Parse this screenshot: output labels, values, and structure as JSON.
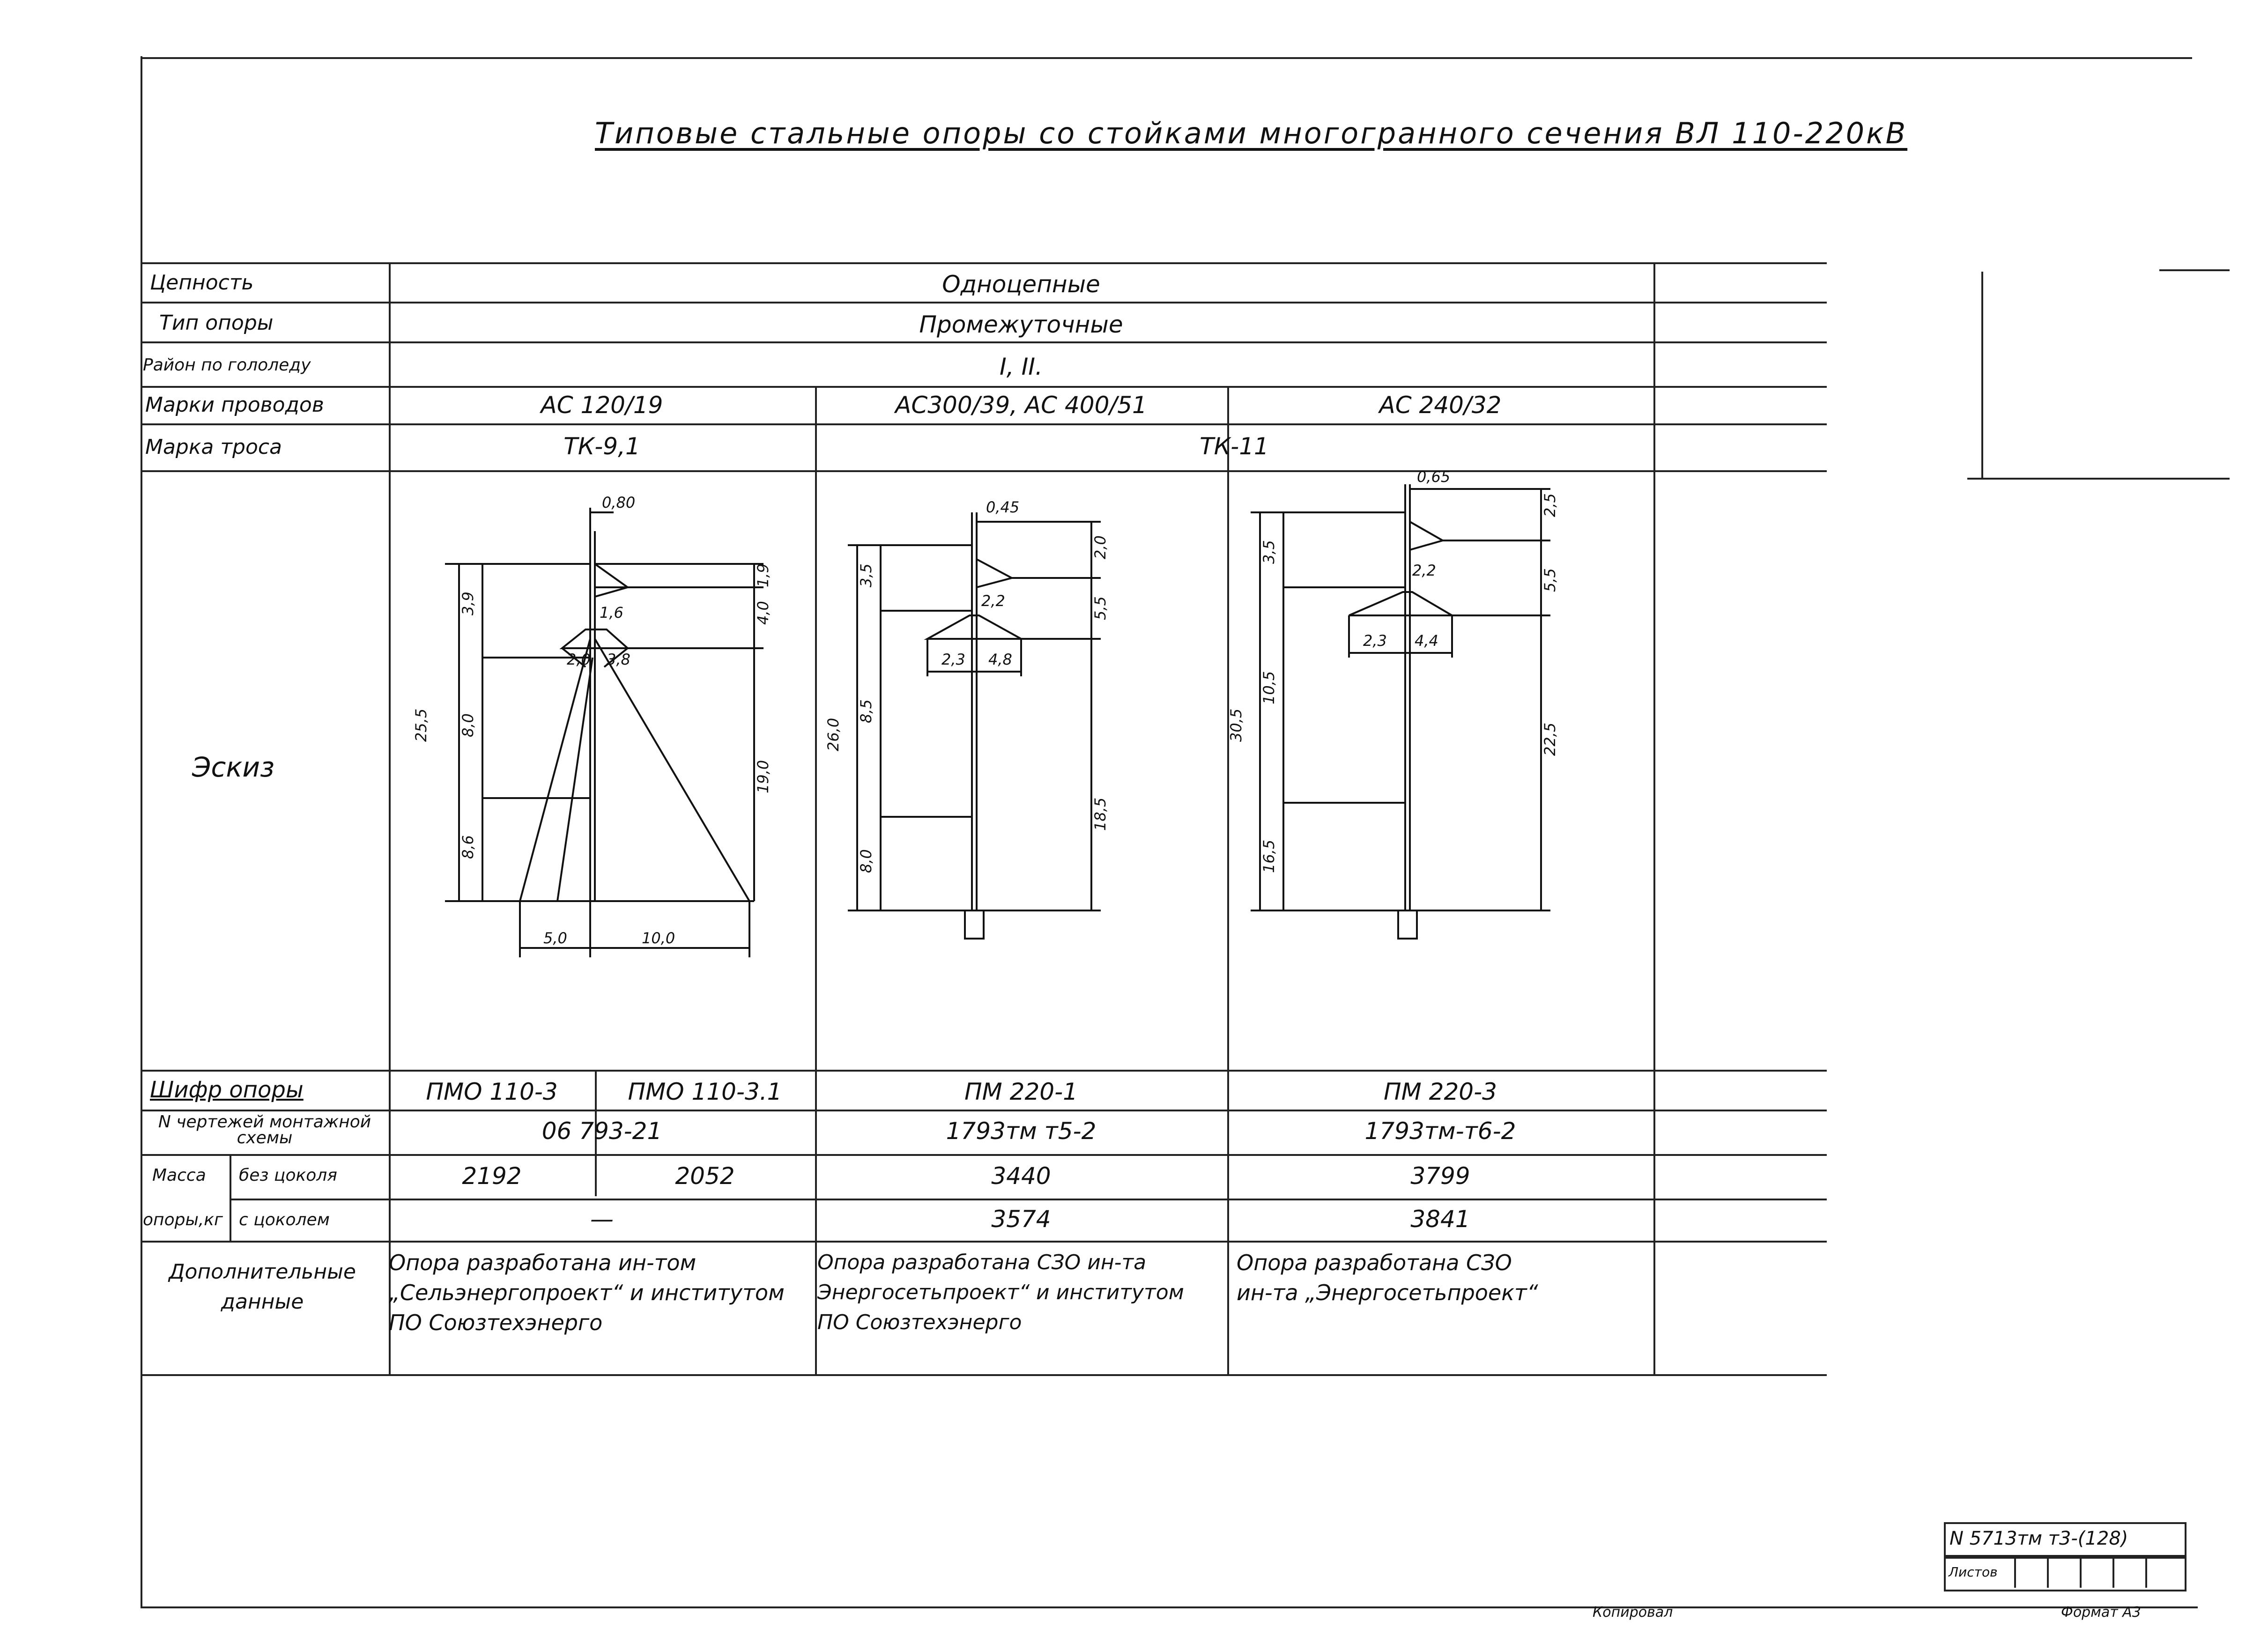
{
  "title": "Типовые стальные опоры со стойками многогранного сечения ВЛ 110-220кВ",
  "labels": {
    "circuit": "Цепность",
    "type": "Тип опоры",
    "ice_region": "Район по гололеду",
    "wire_grade": "Марки проводов",
    "cable_grade": "Марка троса",
    "sketch": "Эскиз",
    "code": "Шифр опоры",
    "drawing_no": "N чертежей монтажной схемы",
    "mass_a": "Масса",
    "mass_b": "опоры,кг",
    "without_anchor": "без цоколя",
    "with_anchor": "с цоколем",
    "extra": "Дополнительные данные"
  },
  "values": {
    "circuit": "Одноцепные",
    "type": "Промежуточные",
    "ice_region": "I, II.",
    "wire_1": "АС 120/19",
    "wire_2": "АС300/39, АС 400/51",
    "wire_3": "АС 240/32",
    "cable_1": "ТК-9,1",
    "cable_2": "ТК-11",
    "code_1a": "ПМО 110-3",
    "code_1b": "ПМО 110-3.1",
    "code_2": "ПМ 220-1",
    "code_3": "ПМ 220-3",
    "drawing_1": "06 793-21",
    "drawing_2": "1793тм т5-2",
    "drawing_3": "1793тм-т6-2",
    "mass_1a": "2192",
    "mass_1b": "2052",
    "mass_2": "3440",
    "mass_3": "3799",
    "mass_anchor_1": "—",
    "mass_anchor_2": "3574",
    "mass_anchor_3": "3841",
    "extra_1_l1": "Опора разработана ин-том",
    "extra_1_l2": "„Сельэнергопроект“ и институтом",
    "extra_1_l3": "ПО Союзтехэнерго",
    "extra_2_l1": "Опора разработана СЗО ин-та",
    "extra_2_l2": "Энергосетьпроект“ и институтом",
    "extra_2_l3": "ПО Союзтехэнерго",
    "extra_3_l1": "Опора разработана СЗО",
    "extra_3_l2": "ин-та „Энергосетьпроект“"
  },
  "dims": {
    "t1": {
      "top": "0,80",
      "h_total": "25,5",
      "h1": "3,9",
      "h2": "8,0",
      "h3": "8,6",
      "r1": "1,9",
      "r2": "4,0",
      "r3": "19,0",
      "a1": "1,6",
      "a2": "2,0",
      "a3": "3,8",
      "base1": "5,0",
      "base2": "10,0"
    },
    "t2": {
      "top": "0,45",
      "h_total": "26,0",
      "h1": "3,5",
      "h2": "8,5",
      "h3": "8,0",
      "r1": "2,0",
      "r2": "5,5",
      "r3": "18,5",
      "a1": "2,2",
      "a2": "2,3",
      "a3": "4,8"
    },
    "t3": {
      "top": "0,65",
      "h_total": "30,5",
      "h1": "3,5",
      "h2": "10,5",
      "h3": "16,5",
      "r1": "2,5",
      "r2": "5,5",
      "r3": "22,5",
      "a1": "2,2",
      "a2": "2,3",
      "a3": "4,4"
    }
  },
  "stamp": {
    "number": "N 5713тм т3-(128)",
    "sheet": "Листов",
    "bottom_left": "Копировал",
    "bottom_right": "Формат А3"
  }
}
